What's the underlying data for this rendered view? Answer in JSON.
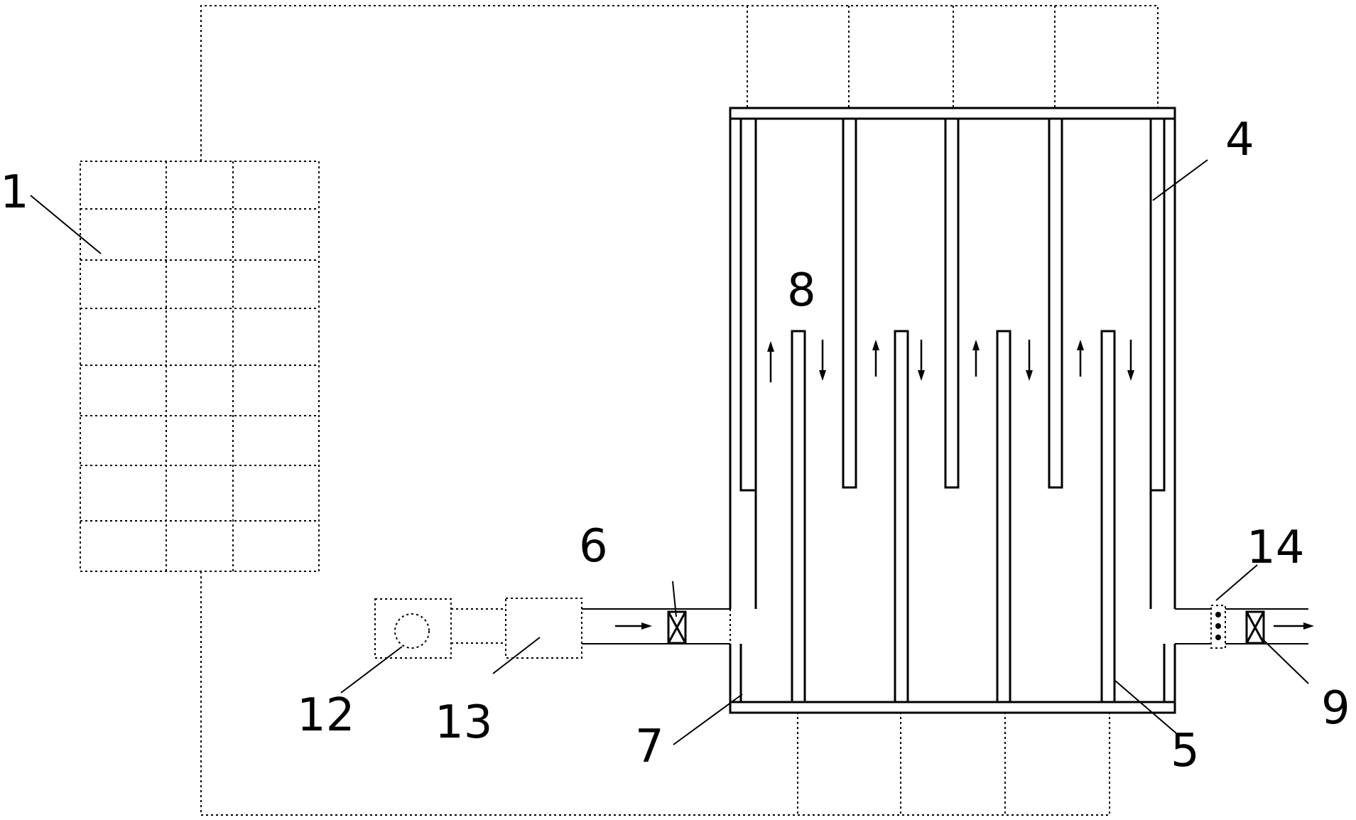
{
  "labels": {
    "solar_panel": "1",
    "tank": "4",
    "bottom_baffles": "5",
    "inlet_valve": "6",
    "inlet_chamber": "7",
    "channels": "8",
    "outlet_valve": "9",
    "pump": "12",
    "pretreatment": "13",
    "filter": "14"
  },
  "colors": {
    "line": "#000000",
    "background": "#ffffff"
  }
}
